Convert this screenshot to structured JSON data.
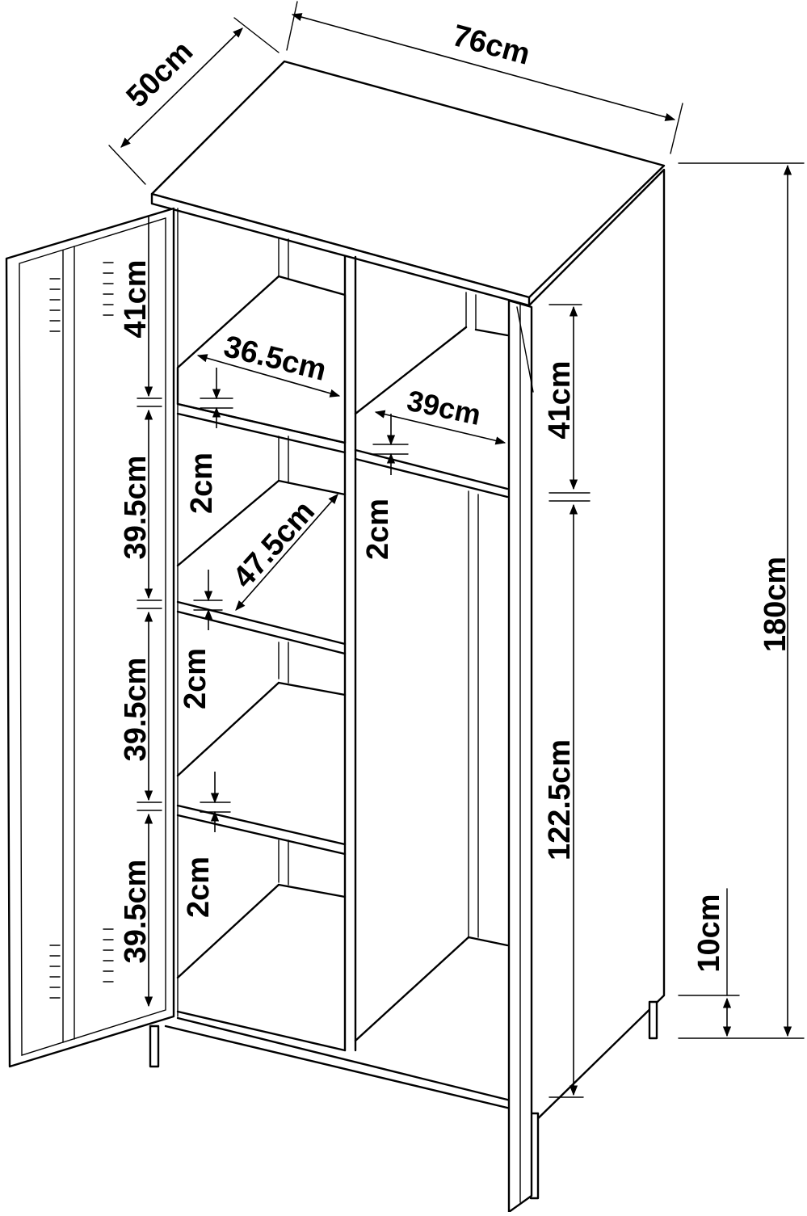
{
  "dimensions": {
    "depth": "50cm",
    "width": "76cm",
    "height": "180cm",
    "compartment_left_top": "41cm",
    "compartment_left_2": "39.5cm",
    "compartment_left_3": "39.5cm",
    "compartment_left_4": "39.5cm",
    "shelf_thickness_1": "2cm",
    "shelf_thickness_2": "2cm",
    "shelf_thickness_3": "2cm",
    "shelf_thickness_right": "2cm",
    "shelf_width_left": "36.5cm",
    "shelf_depth_left": "47.5cm",
    "shelf_width_right": "39cm",
    "compartment_right_top": "41cm",
    "hanging_space": "122.5cm",
    "leg_height": "10cm"
  }
}
